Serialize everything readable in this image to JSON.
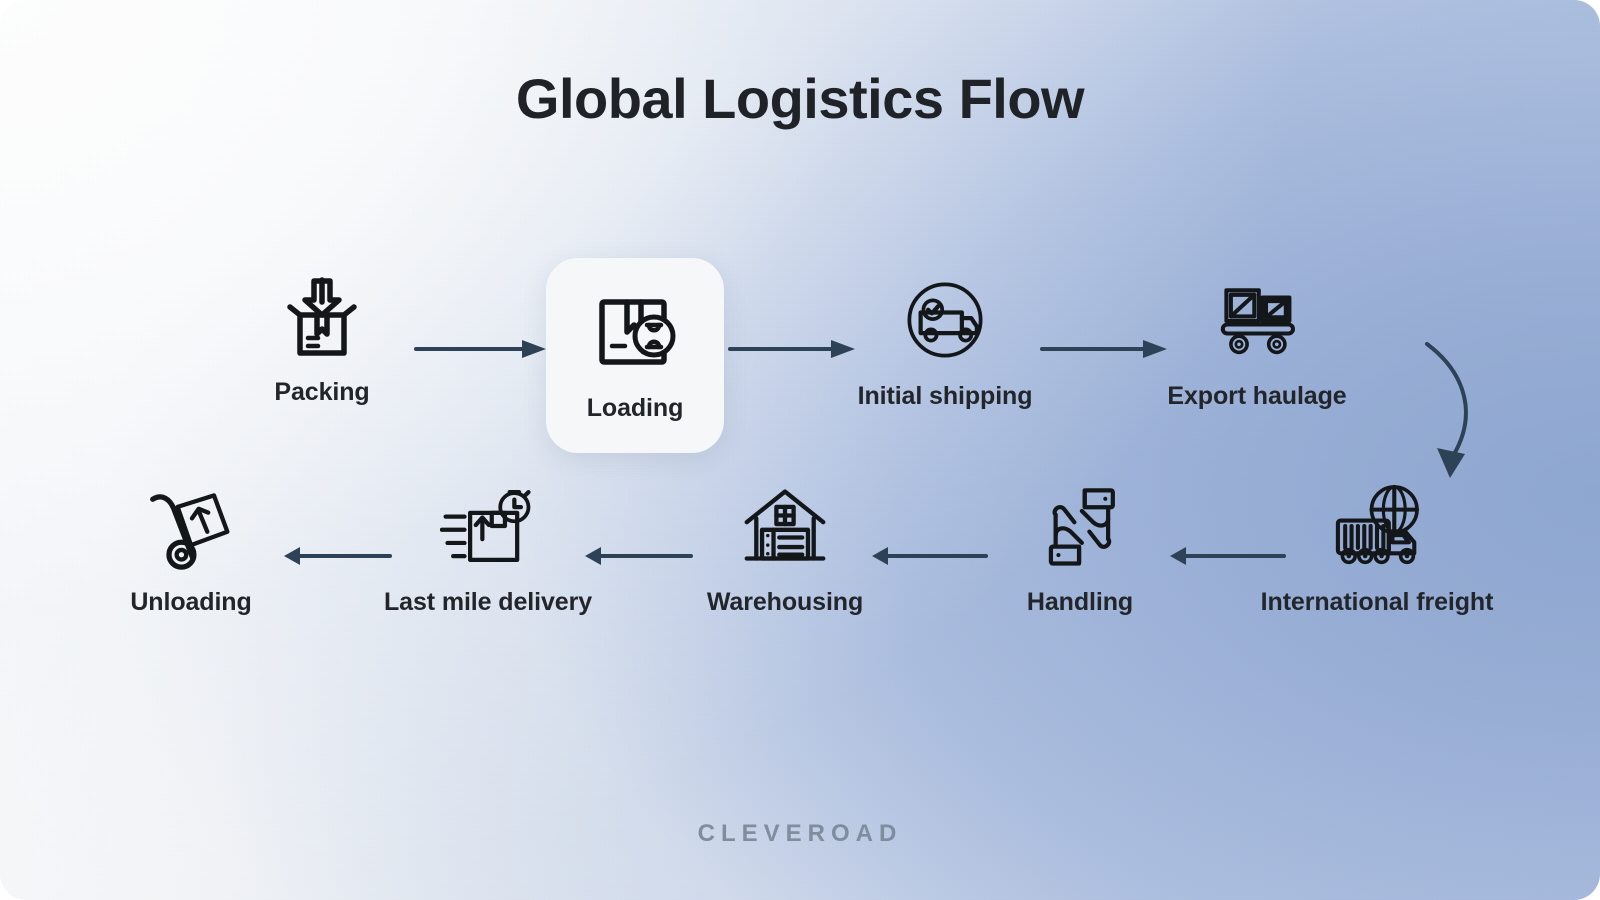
{
  "title": "Global Logistics Flow",
  "brand": "CLEVEROAD",
  "colors": {
    "title": "#1f2327",
    "label": "#22262b",
    "arrow": "#2e4257",
    "icon_stroke": "#14171a",
    "brand": "#7f8d9e",
    "card_bg": "#f6f7f9",
    "bg_light": "#fafbfc",
    "bg_blue": "#93abd4"
  },
  "flow": {
    "row1": [
      {
        "id": "packing",
        "label": "Packing",
        "icon": "box-with-down-arrow-icon",
        "highlighted": false
      },
      {
        "id": "loading",
        "label": "Loading",
        "icon": "box-with-hourglass-icon",
        "highlighted": true
      },
      {
        "id": "initial-shipping",
        "label": "Initial shipping",
        "icon": "delivery-truck-check-icon",
        "highlighted": false
      },
      {
        "id": "export-haulage",
        "label": "Export haulage",
        "icon": "crates-on-cart-icon",
        "highlighted": false
      }
    ],
    "row2": [
      {
        "id": "international-freight",
        "label": "International freight",
        "icon": "cargo-truck-globe-icon",
        "highlighted": false
      },
      {
        "id": "handling",
        "label": "Handling",
        "icon": "handling-hands-icon",
        "highlighted": false
      },
      {
        "id": "warehousing",
        "label": "Warehousing",
        "icon": "warehouse-icon",
        "highlighted": false
      },
      {
        "id": "last-mile-delivery",
        "label": "Last mile delivery",
        "icon": "box-speed-timer-icon",
        "highlighted": false
      },
      {
        "id": "unloading",
        "label": "Unloading",
        "icon": "hand-truck-box-icon",
        "highlighted": false
      }
    ],
    "connectors": [
      {
        "id": "packing-to-loading",
        "direction": "right"
      },
      {
        "id": "loading-to-initial-shipping",
        "direction": "right"
      },
      {
        "id": "initial-shipping-to-export-haulage",
        "direction": "right"
      },
      {
        "id": "export-haulage-to-international-freight",
        "direction": "curve-down"
      },
      {
        "id": "international-freight-to-handling",
        "direction": "left"
      },
      {
        "id": "handling-to-warehousing",
        "direction": "left"
      },
      {
        "id": "warehousing-to-last-mile-delivery",
        "direction": "left"
      },
      {
        "id": "last-mile-delivery-to-unloading",
        "direction": "left"
      }
    ]
  }
}
